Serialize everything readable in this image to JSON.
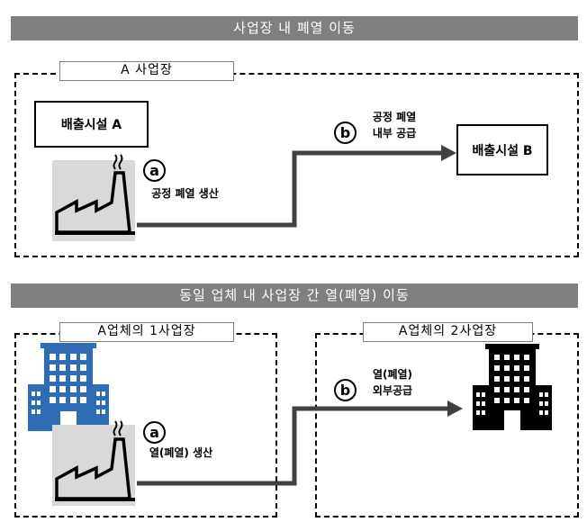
{
  "section1": {
    "title": "사업장 내 폐열 이동",
    "site_label": "A 사업장",
    "facility_a": "배출시설 A",
    "facility_b": "배출시설 B",
    "marker_a": "a",
    "marker_b": "b",
    "label_a": "공정 폐열 생산",
    "label_b_line1": "공정 폐열",
    "label_b_line2": "내부 공급"
  },
  "section2": {
    "title": "동일 업체 내 사업장 간 열(폐열) 이동",
    "site1_label": "A업체의 1사업장",
    "site2_label": "A업체의 2사업장",
    "marker_a": "a",
    "marker_b": "b",
    "label_a": "열(폐열) 생산",
    "label_b_line1": "열(폐열)",
    "label_b_line2": "외부공급"
  },
  "colors": {
    "banner": "#7f7f7f",
    "factory_bg": "#d9d9d9",
    "building_blue": "#2e6cb5",
    "arrow": "#404040"
  }
}
